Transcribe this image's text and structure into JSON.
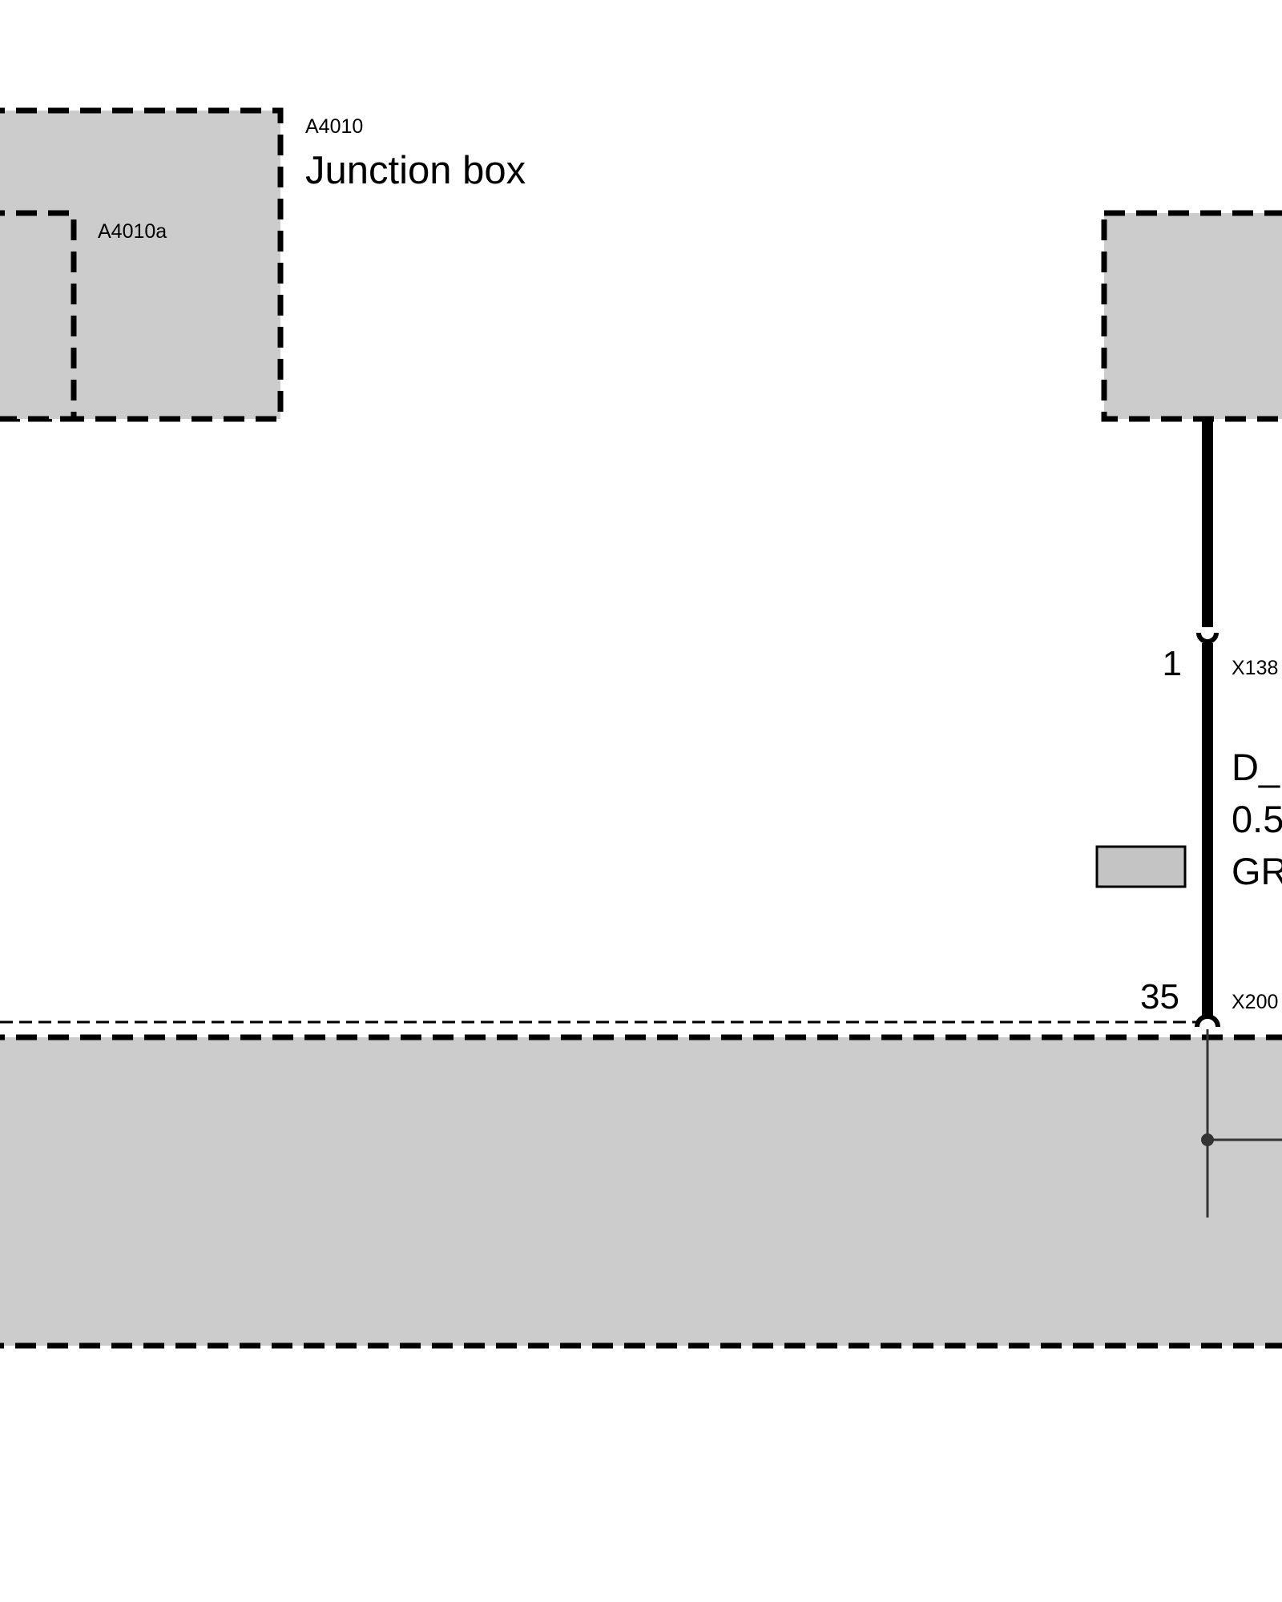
{
  "components": [
    {
      "id": "junction-box",
      "code": "A4010",
      "title": "Junction box"
    },
    {
      "id": "junction-box-sub",
      "code": "A4010a"
    }
  ],
  "connectors": [
    {
      "id": "upper",
      "pin": "1",
      "code": "X138"
    },
    {
      "id": "lower",
      "pin": "35",
      "code": "X200"
    }
  ],
  "wire": {
    "lines": [
      "D_",
      "0.5",
      "GR"
    ]
  },
  "colors": {
    "component_fill": "#cccccc",
    "outline": "#000000",
    "wire": "#000000",
    "thin_wire": "#333333",
    "marker_fill": "#c4c4c4",
    "background": "#ffffff"
  }
}
